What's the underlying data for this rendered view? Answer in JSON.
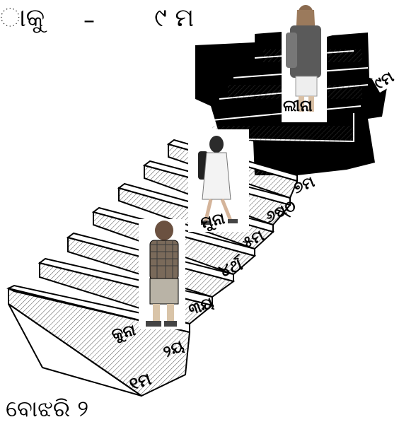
{
  "header": {
    "left": "ାକୁ",
    "dash": "–",
    "right": "୯ ମ"
  },
  "step_labels": [
    "୧ମ",
    "୨ୟ",
    "୩ୟ",
    "୪ର୍ଥ",
    "୫ମ",
    "୬ଷ୍ଠ",
    "୭ମ",
    "୯ମ"
  ],
  "people": {
    "kuna": "କୁନା",
    "muna": "ମୁନା",
    "leena": "ଲୀନା"
  },
  "footer": {
    "partial": "ବୋଝରି  ୨"
  },
  "colors": {
    "ink": "#000000",
    "paper": "#ffffff",
    "shade": "#8a8a8a"
  }
}
